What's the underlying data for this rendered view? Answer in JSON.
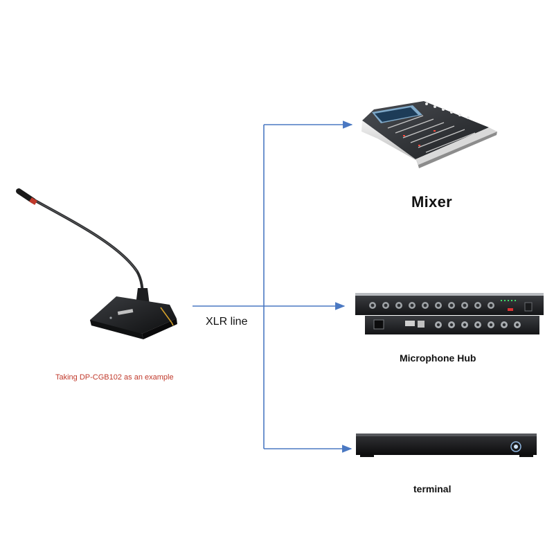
{
  "labels": {
    "mixer": "Mixer",
    "hub": "Microphone Hub",
    "terminal": "terminal",
    "cable": "XLR line",
    "caption": "Taking DP-CGB102 as an example"
  },
  "colors": {
    "arrow": "#4a78c2",
    "caption": "#c0392b",
    "text": "#111111"
  },
  "icons": [
    "gooseneck-microphone-icon",
    "mixer-console-icon",
    "microphone-hub-icon",
    "terminal-box-icon"
  ]
}
